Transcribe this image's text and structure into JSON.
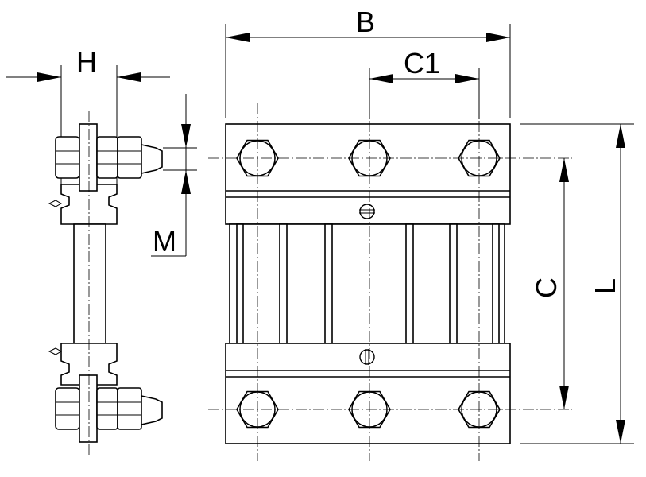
{
  "dimensions": {
    "B": "B",
    "C1": "C1",
    "C": "C",
    "L": "L",
    "H": "H",
    "M": "M"
  }
}
